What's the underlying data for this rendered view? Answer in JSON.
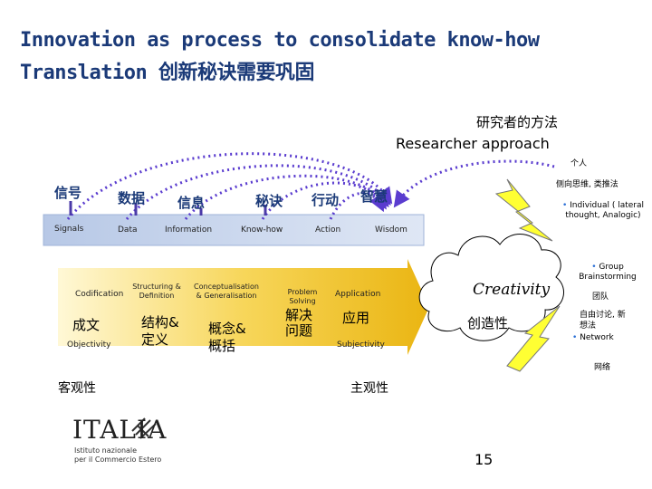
{
  "title": {
    "line1": "Innovation as  process to consolidate know-how",
    "line2": "Translation 创新秘诀需要巩固"
  },
  "researcher": {
    "zh": "研究者的方法",
    "en": "Researcher approach"
  },
  "top_stages_zh": [
    "信号",
    "数据",
    "信息",
    "秘诀",
    "行动",
    "智慧"
  ],
  "bar_stages_en": [
    "Signals",
    "Data",
    "Information",
    "Know-how",
    "Action",
    "Wisdom"
  ],
  "lower": {
    "codification": "Codification",
    "objectivity_zh": "成文",
    "objectivity_en": "Objectivity",
    "structuring_en": "Structuring & Definition",
    "structuring_zh": "结构& 定义",
    "conceptualisation_en": "Conceptualisation & Generalisation",
    "conceptualisation_zh": "概念& 概括",
    "problem_en": "Problem Solving",
    "problem_zh": "解决 问题",
    "application_en": "Application",
    "application_zh": "应用",
    "subjectivity_en": "Subjectivity"
  },
  "cloud": {
    "creativity_en": "Creativity",
    "creativity_zh": "创造性"
  },
  "right_panel": {
    "individual_zh": "个人",
    "individual_mode_zh": "侧向思维, 类推法",
    "individual_en": "Individual ( lateral thought, Analogic)",
    "group_en": "Group Brainstorming",
    "group_zh": "团队",
    "discussion_zh": "自由讨论, 新想法",
    "network_en": "Network",
    "network_zh": "网络"
  },
  "bottom": {
    "objective_zh": "客观性",
    "subjective_zh": "主观性"
  },
  "logo": {
    "brand": "ITALIA",
    "line1": "Istituto nazionale",
    "line2": "per il Commercio Estero"
  },
  "page_number": "15",
  "colors": {
    "title": "#1b3a78",
    "arrow_yellow": "#f2c21a",
    "bar_blue": "#c6d4ec",
    "arc_purple": "#5a3ccf",
    "lightning": "#ffff33"
  }
}
